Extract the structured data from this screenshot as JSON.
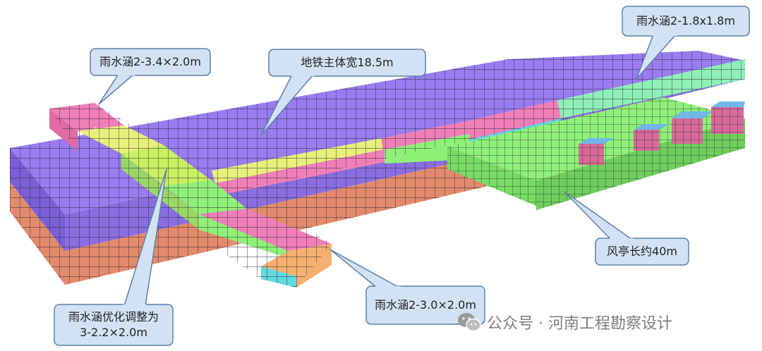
{
  "labels": {
    "culvert_left": "雨水涵2-3.4×2.0m",
    "subway_width": "地铁主体宽18.5m",
    "culvert_right": "雨水涵2-1.8x1.8m",
    "pavilion_length": "风亭长约40m",
    "culvert_bottom": "雨水涵2-3.0×2.0m",
    "culvert_adjust_line1": "雨水涵优化调整为",
    "culvert_adjust_line2": "3-2.2×2.0m"
  },
  "watermark": {
    "text": "公众号 · 河南工程勘察设计",
    "icon": "wechat-icon"
  },
  "colors": {
    "subway_top": "#8e72e8",
    "subway_side": "#7b5fd6",
    "subway_lower": "#e48a6c",
    "culvert_pink": "#f07fb8",
    "culvert_yellow": "#e8f07a",
    "culvert_orange": "#f5b070",
    "pavilion_green": "#8ff078",
    "culvert_cyan": "#5fd8e0",
    "culvert_mint": "#8ef0b6",
    "callout_fill": "#d2e2f4",
    "callout_stroke": "#5f7fa8"
  }
}
